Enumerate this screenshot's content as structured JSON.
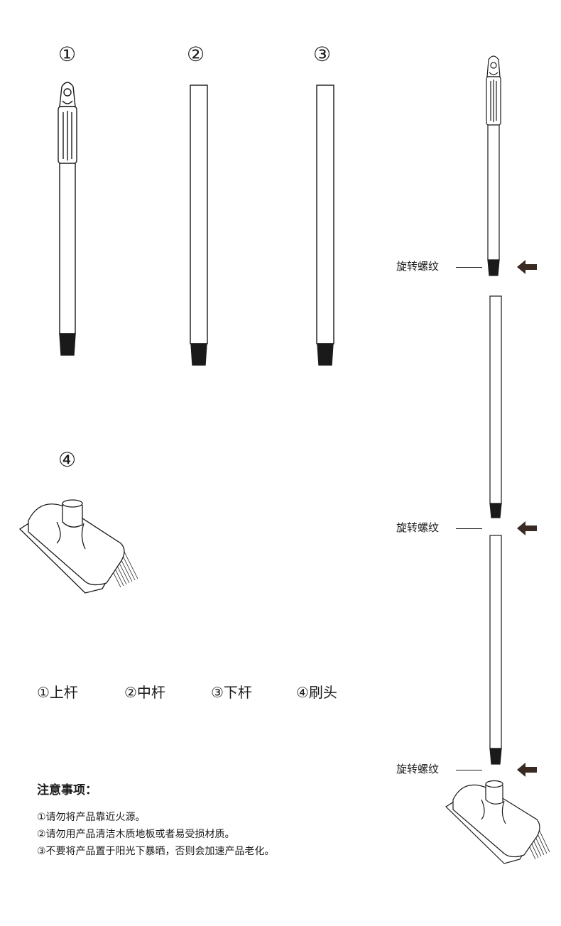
{
  "parts": {
    "upper_number": "①",
    "middle_number": "②",
    "lower_number": "③",
    "head_number": "④"
  },
  "legend": {
    "upper": "①上杆",
    "middle": "②中杆",
    "lower": "③下杆",
    "head": "④刷头"
  },
  "callouts": {
    "joint_1": "旋转螺纹",
    "joint_2": "旋转螺纹",
    "joint_3": "旋转螺纹"
  },
  "notes": {
    "title": "注意事项：",
    "items": [
      "①请勿将产品靠近火源。",
      "②请勿用产品清洁木质地板或者易受损材质。",
      "③不要将产品置于阳光下暴晒，否则会加速产品老化。"
    ]
  },
  "colors": {
    "line": "#1a1a1a",
    "arrow": "#3a2a24",
    "fill": "#ffffff"
  }
}
